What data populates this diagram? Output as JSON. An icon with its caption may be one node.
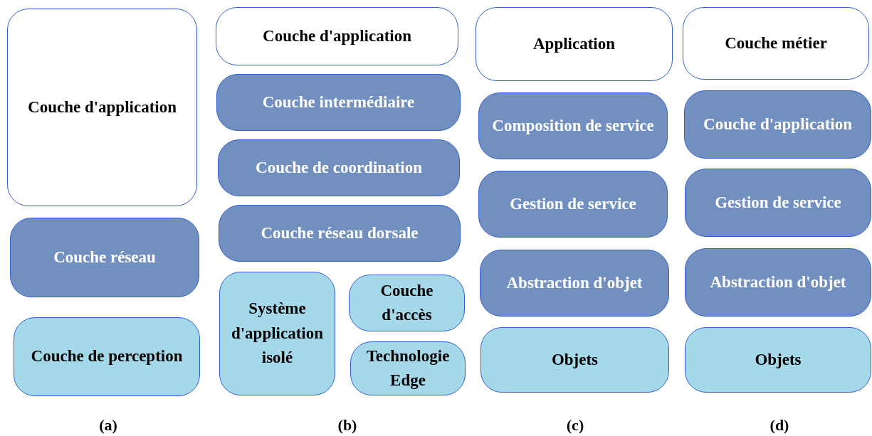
{
  "diagram": {
    "nodes": [
      {
        "text": [
          "Couche d'application"
        ]
      },
      {
        "text": [
          "Couche réseau"
        ]
      },
      {
        "text": [
          "Couche de perception"
        ]
      },
      {
        "text": [
          "Couche d'application"
        ]
      },
      {
        "text": [
          "Couche intermédiaire"
        ]
      },
      {
        "text": [
          "Couche de coordination"
        ]
      },
      {
        "text": [
          "Couche réseau dorsale"
        ]
      },
      {
        "text": [
          "Système d'application isolé"
        ]
      },
      {
        "text": [
          "Couche d'accès"
        ]
      },
      {
        "text": [
          "Technologie Edge"
        ]
      },
      {
        "text": [
          "Application"
        ]
      },
      {
        "text": [
          "Composition de service"
        ]
      },
      {
        "text": [
          "Gestion de service"
        ]
      },
      {
        "text": [
          "Abstraction d'objet"
        ]
      },
      {
        "text": [
          "Objets"
        ]
      },
      {
        "text": [
          "Couche métier"
        ]
      },
      {
        "text": [
          "Couche d'application"
        ]
      },
      {
        "text": [
          "Gestion de service"
        ]
      },
      {
        "text": [
          "Abstraction d'objet"
        ]
      },
      {
        "text": [
          "Objets"
        ]
      }
    ],
    "labels": [
      "(a)",
      "(b)",
      "(c)",
      "(d)"
    ]
  }
}
